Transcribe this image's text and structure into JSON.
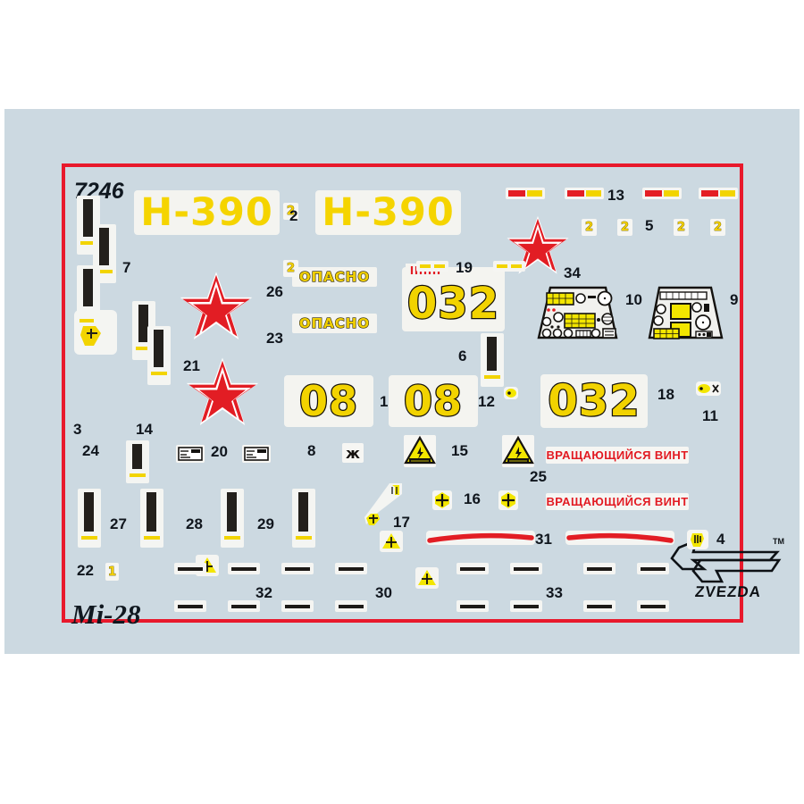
{
  "sheet": {
    "kit_number": "7246",
    "kit_name": "Mi-28",
    "brand": "ZVEZDA",
    "trademark": "TM",
    "background_color": "#ccd9e1",
    "frame_color": "#e8192c",
    "page_color": "#ffffff"
  },
  "colors": {
    "decal_yellow": "#f2d400",
    "decal_red": "#e41e24",
    "decal_black": "#23201c",
    "film_white": "#f4f5f2",
    "label_text": "#10161d"
  },
  "serials": {
    "tail_code_1": "H-390",
    "tail_code_2": "H-390",
    "bort_032_top": "032",
    "bort_08_left": "08",
    "bort_08_right": "08",
    "bort_032_right": "032"
  },
  "warnings": {
    "opasno_1": "ОПАСНО",
    "opasno_2": "ОПАСНО",
    "rotor_warning_1": "ВРАЩАЮЩИЙСЯ ВИНТ",
    "rotor_warning_2": "ВРАЩАЮЩИЙСЯ ВИНТ",
    "letter_zhe": "ж"
  },
  "chip_numerals": {
    "c1": "2",
    "c2": "2",
    "c3": "2",
    "c4": "2",
    "c5": "2",
    "c6": "2",
    "c7": "1"
  },
  "index_labels": [
    {
      "id": "n1",
      "text": "1"
    },
    {
      "id": "n2",
      "text": "2"
    },
    {
      "id": "n3",
      "text": "3"
    },
    {
      "id": "n4",
      "text": "4"
    },
    {
      "id": "n5",
      "text": "5"
    },
    {
      "id": "n6",
      "text": "6"
    },
    {
      "id": "n7",
      "text": "7"
    },
    {
      "id": "n8",
      "text": "8"
    },
    {
      "id": "n9",
      "text": "9"
    },
    {
      "id": "n10",
      "text": "10"
    },
    {
      "id": "n11",
      "text": "11"
    },
    {
      "id": "n12",
      "text": "12"
    },
    {
      "id": "n13",
      "text": "13"
    },
    {
      "id": "n14",
      "text": "14"
    },
    {
      "id": "n15",
      "text": "15"
    },
    {
      "id": "n16",
      "text": "16"
    },
    {
      "id": "n17",
      "text": "17"
    },
    {
      "id": "n18",
      "text": "18"
    },
    {
      "id": "n19",
      "text": "19"
    },
    {
      "id": "n20",
      "text": "20"
    },
    {
      "id": "n21",
      "text": "21"
    },
    {
      "id": "n22",
      "text": "22"
    },
    {
      "id": "n23",
      "text": "23"
    },
    {
      "id": "n24",
      "text": "24"
    },
    {
      "id": "n25",
      "text": "25"
    },
    {
      "id": "n26",
      "text": "26"
    },
    {
      "id": "n27",
      "text": "27"
    },
    {
      "id": "n28",
      "text": "28"
    },
    {
      "id": "n29",
      "text": "29"
    },
    {
      "id": "n30",
      "text": "30"
    },
    {
      "id": "n31",
      "text": "31"
    },
    {
      "id": "n32",
      "text": "32"
    },
    {
      "id": "n33",
      "text": "33"
    },
    {
      "id": "n34",
      "text": "34"
    }
  ],
  "labels": {
    "n1": "1",
    "n2": "2",
    "n3": "3",
    "n4": "4",
    "n5": "5",
    "n6": "6",
    "n7": "7",
    "n8": "8",
    "n9": "9",
    "n10": "10",
    "n11": "11",
    "n12": "12",
    "n13": "13",
    "n14": "14",
    "n15": "15",
    "n16": "16",
    "n17": "17",
    "n18": "18",
    "n19": "19",
    "n20": "20",
    "n21": "21",
    "n22": "22",
    "n23": "23",
    "n24": "24",
    "n25": "25",
    "n26": "26",
    "n27": "27",
    "n28": "28",
    "n29": "29",
    "n30": "30",
    "n31": "31",
    "n32": "32",
    "n33": "33",
    "n34": "34"
  }
}
